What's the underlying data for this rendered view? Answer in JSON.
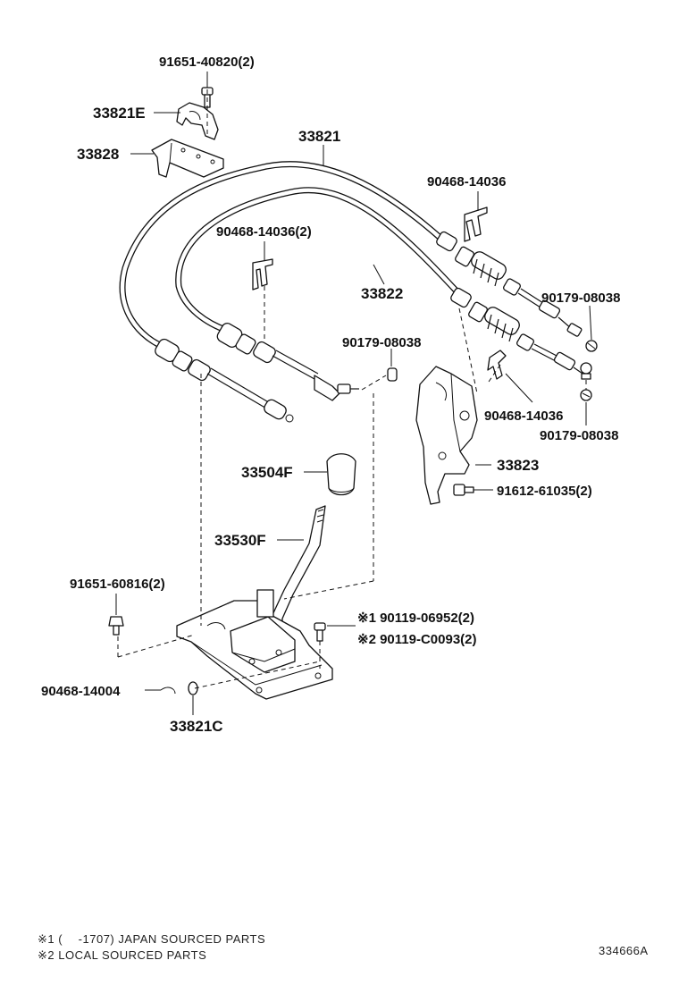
{
  "labels": {
    "l1": "91651-40820(2)",
    "l2": "33821E",
    "l3": "33828",
    "l4": "33821",
    "l5": "90468-14036",
    "l6": "90468-14036(2)",
    "l7": "33822",
    "l8": "90179-08038",
    "l9": "90179-08038",
    "l10": "90468-14036",
    "l11": "90179-08038",
    "l12": "33823",
    "l13": "33504F",
    "l14": "91612-61035(2)",
    "l15": "33530F",
    "l16": "91651-60816(2)",
    "l17": "※1 90119-06952(2)",
    "l18": "※2 90119-C0093(2)",
    "l19": "90468-14004",
    "l20": "33821C"
  },
  "notes": {
    "n1": "※1 (　 -1707) JAPAN SOURCED PARTS",
    "n2": "※2 LOCAL SOURCED PARTS"
  },
  "ref": "334666A"
}
